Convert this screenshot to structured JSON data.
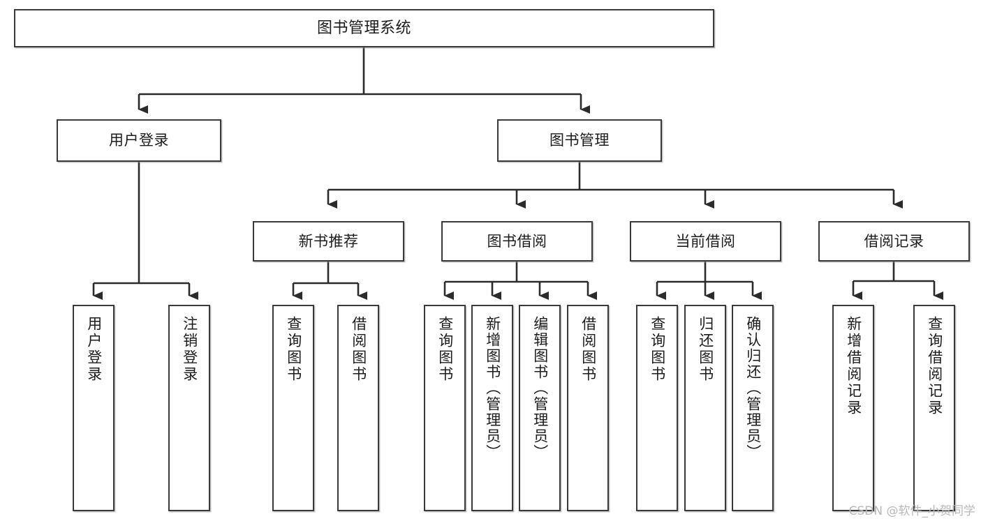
{
  "diagram": {
    "type": "tree",
    "title": "图书管理系统",
    "watermark": "CSDN @软件_小贺同学",
    "colors": {
      "box_border": "#3a3a3a",
      "box_fill": "#ffffff",
      "connector": "#2b2b2b",
      "text": "#1c1c1c",
      "watermark": "#b9b9b9"
    },
    "levels": {
      "root": "图书管理系统",
      "level2": [
        "用户登录",
        "图书管理"
      ],
      "level3": [
        "新书推荐",
        "图书借阅",
        "当前借阅",
        "借阅记录"
      ]
    },
    "nodes": {
      "root": {
        "label": "图书管理系统"
      },
      "user_login": {
        "label": "用户登录"
      },
      "book_mgmt": {
        "label": "图书管理"
      },
      "new_book_rec": {
        "label": "新书推荐"
      },
      "book_borrow": {
        "label": "图书借阅"
      },
      "current_borrow": {
        "label": "当前借阅"
      },
      "borrow_record": {
        "label": "借阅记录"
      }
    },
    "leaves": {
      "user_login": [
        {
          "label": "用户登录"
        },
        {
          "label": "注销登录"
        }
      ],
      "new_book_rec": [
        {
          "label": "查询图书"
        },
        {
          "label": "借阅图书"
        }
      ],
      "book_borrow": [
        {
          "label": "查询图书"
        },
        {
          "label": "新增图书（管理员）"
        },
        {
          "label": "编辑图书（管理员）"
        },
        {
          "label": "借阅图书"
        }
      ],
      "current_borrow": [
        {
          "label": "查询图书"
        },
        {
          "label": "归还图书"
        },
        {
          "label": "确认归还（管理员）"
        }
      ],
      "borrow_record": [
        {
          "label": "新增借阅记录"
        },
        {
          "label": "查询借阅记录"
        }
      ]
    }
  }
}
